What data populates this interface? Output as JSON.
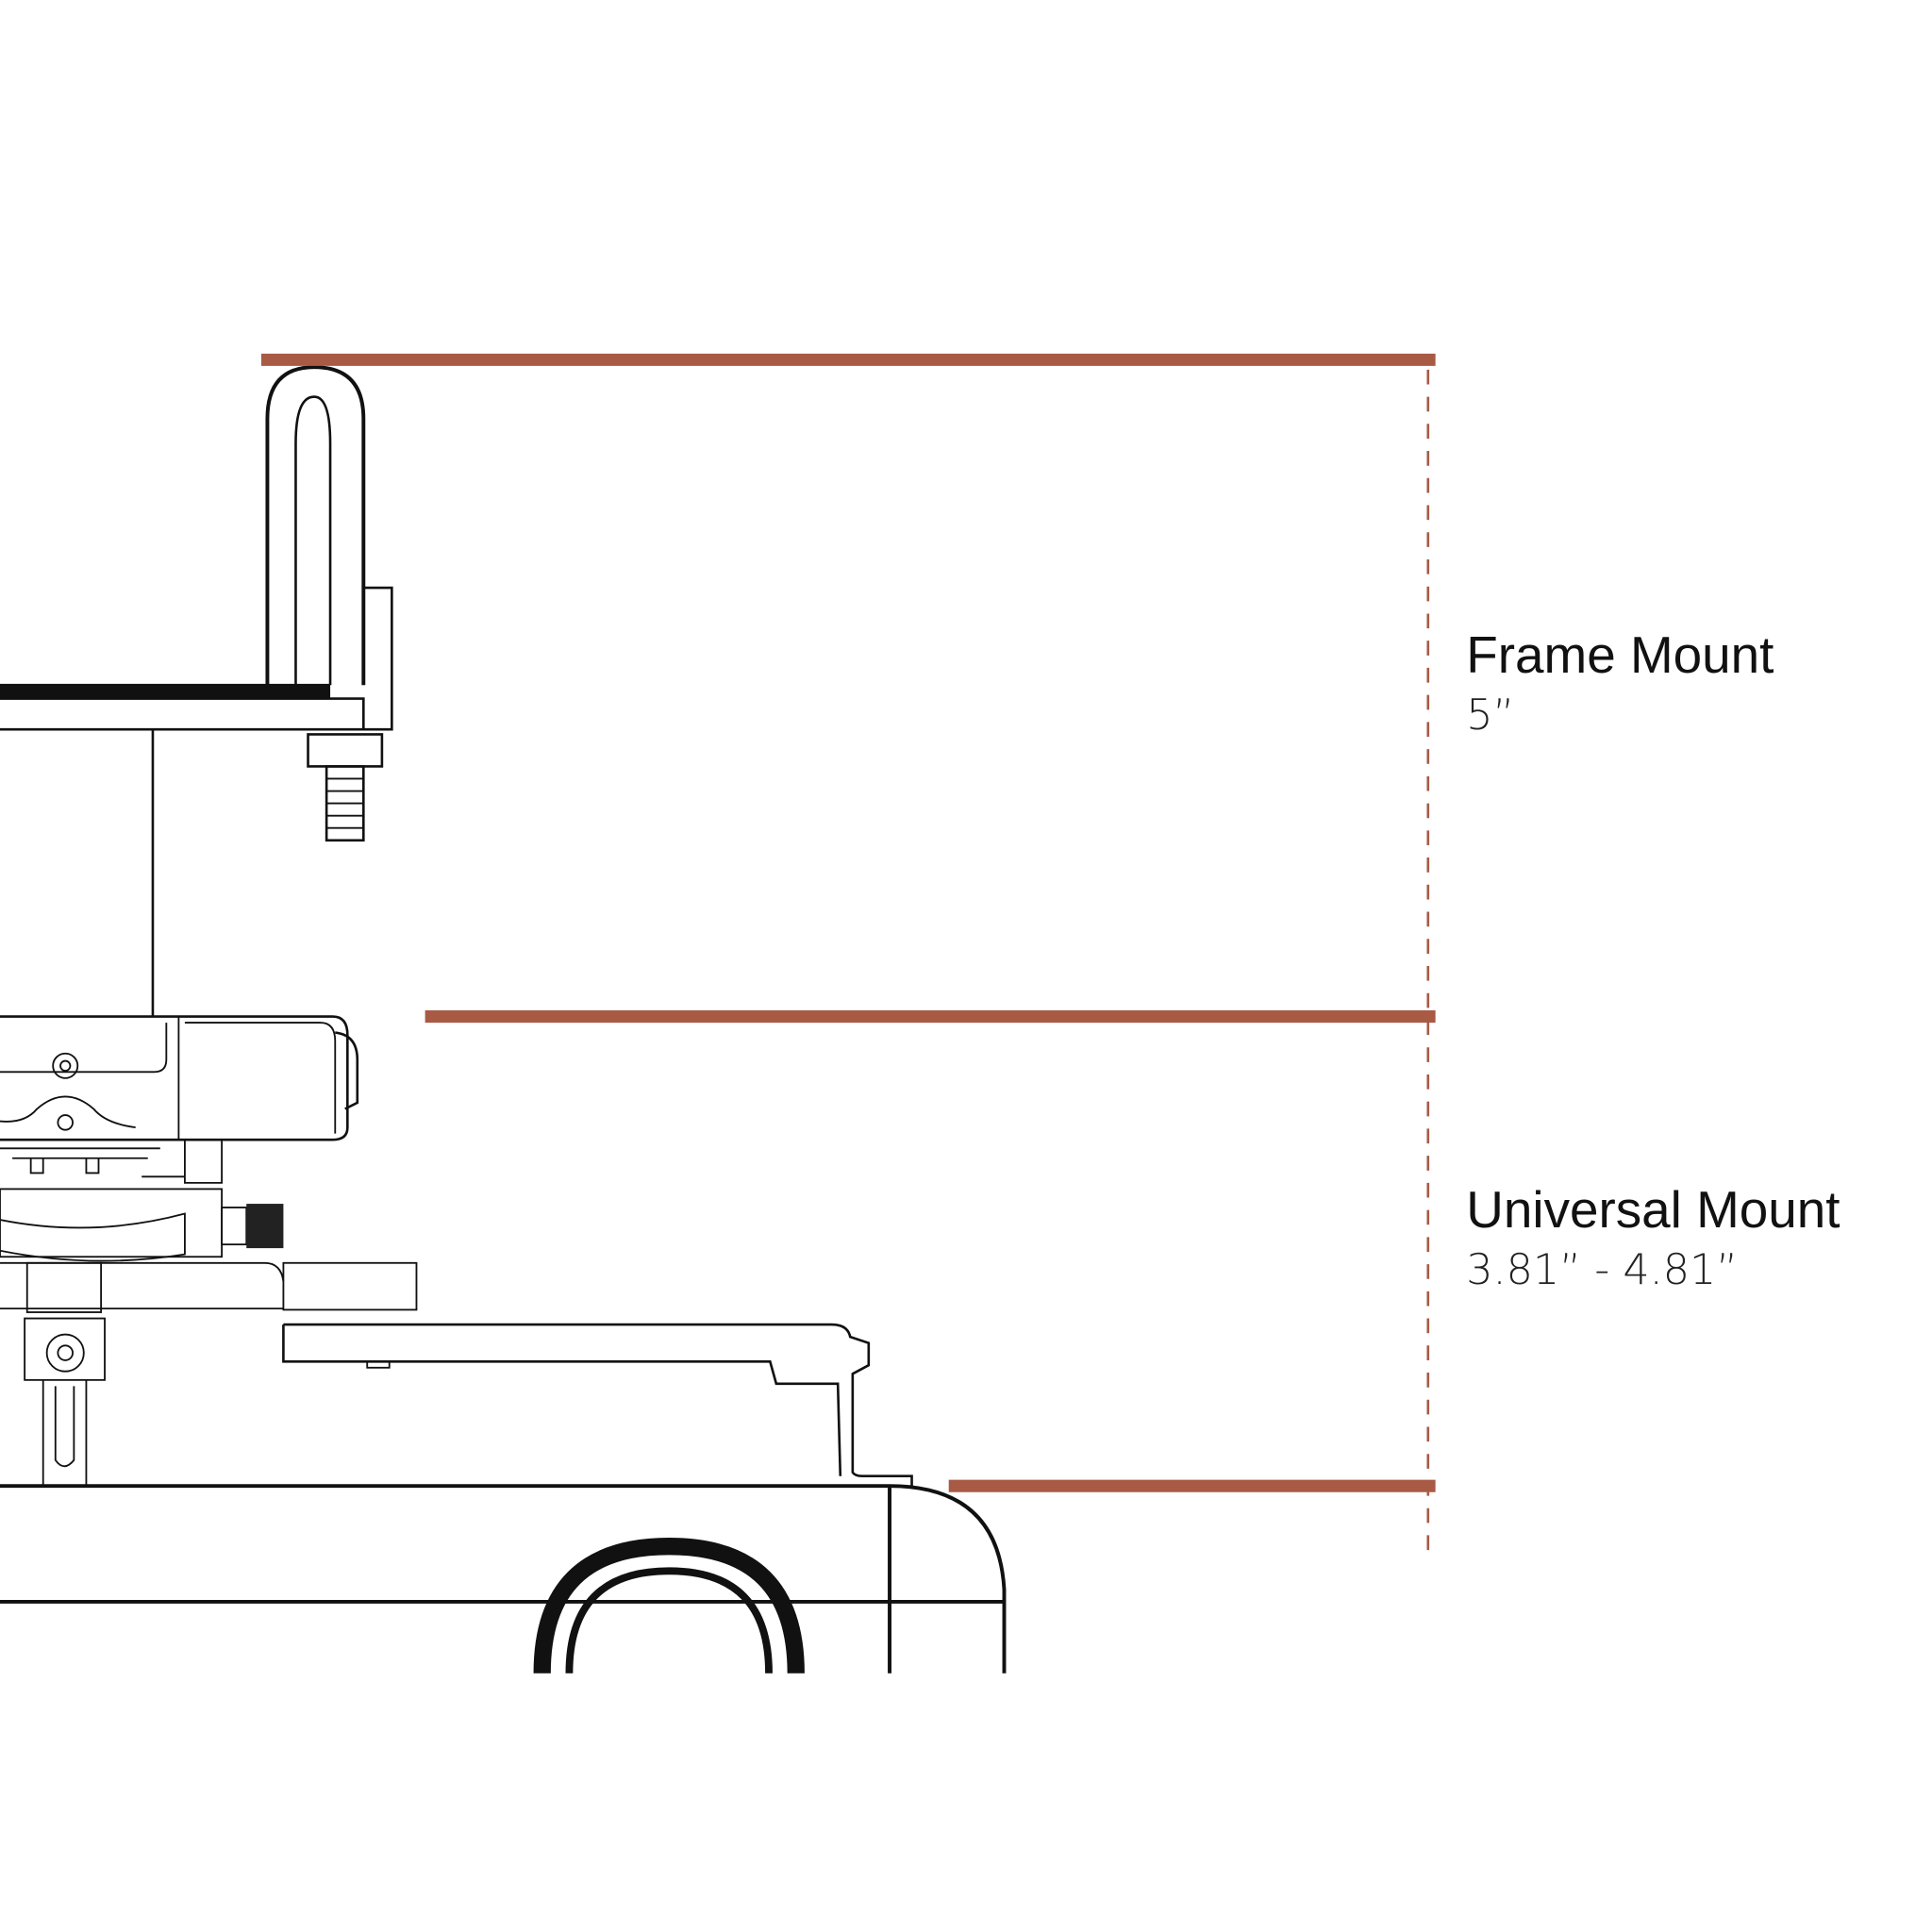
{
  "colors": {
    "accent": "#a85a45",
    "line": "#111111"
  },
  "labels": {
    "frame_mount": {
      "title": "Frame Mount",
      "value": "5”"
    },
    "universal_mount": {
      "title": "Universal Mount",
      "value": "3.81” - 4.81”"
    }
  }
}
